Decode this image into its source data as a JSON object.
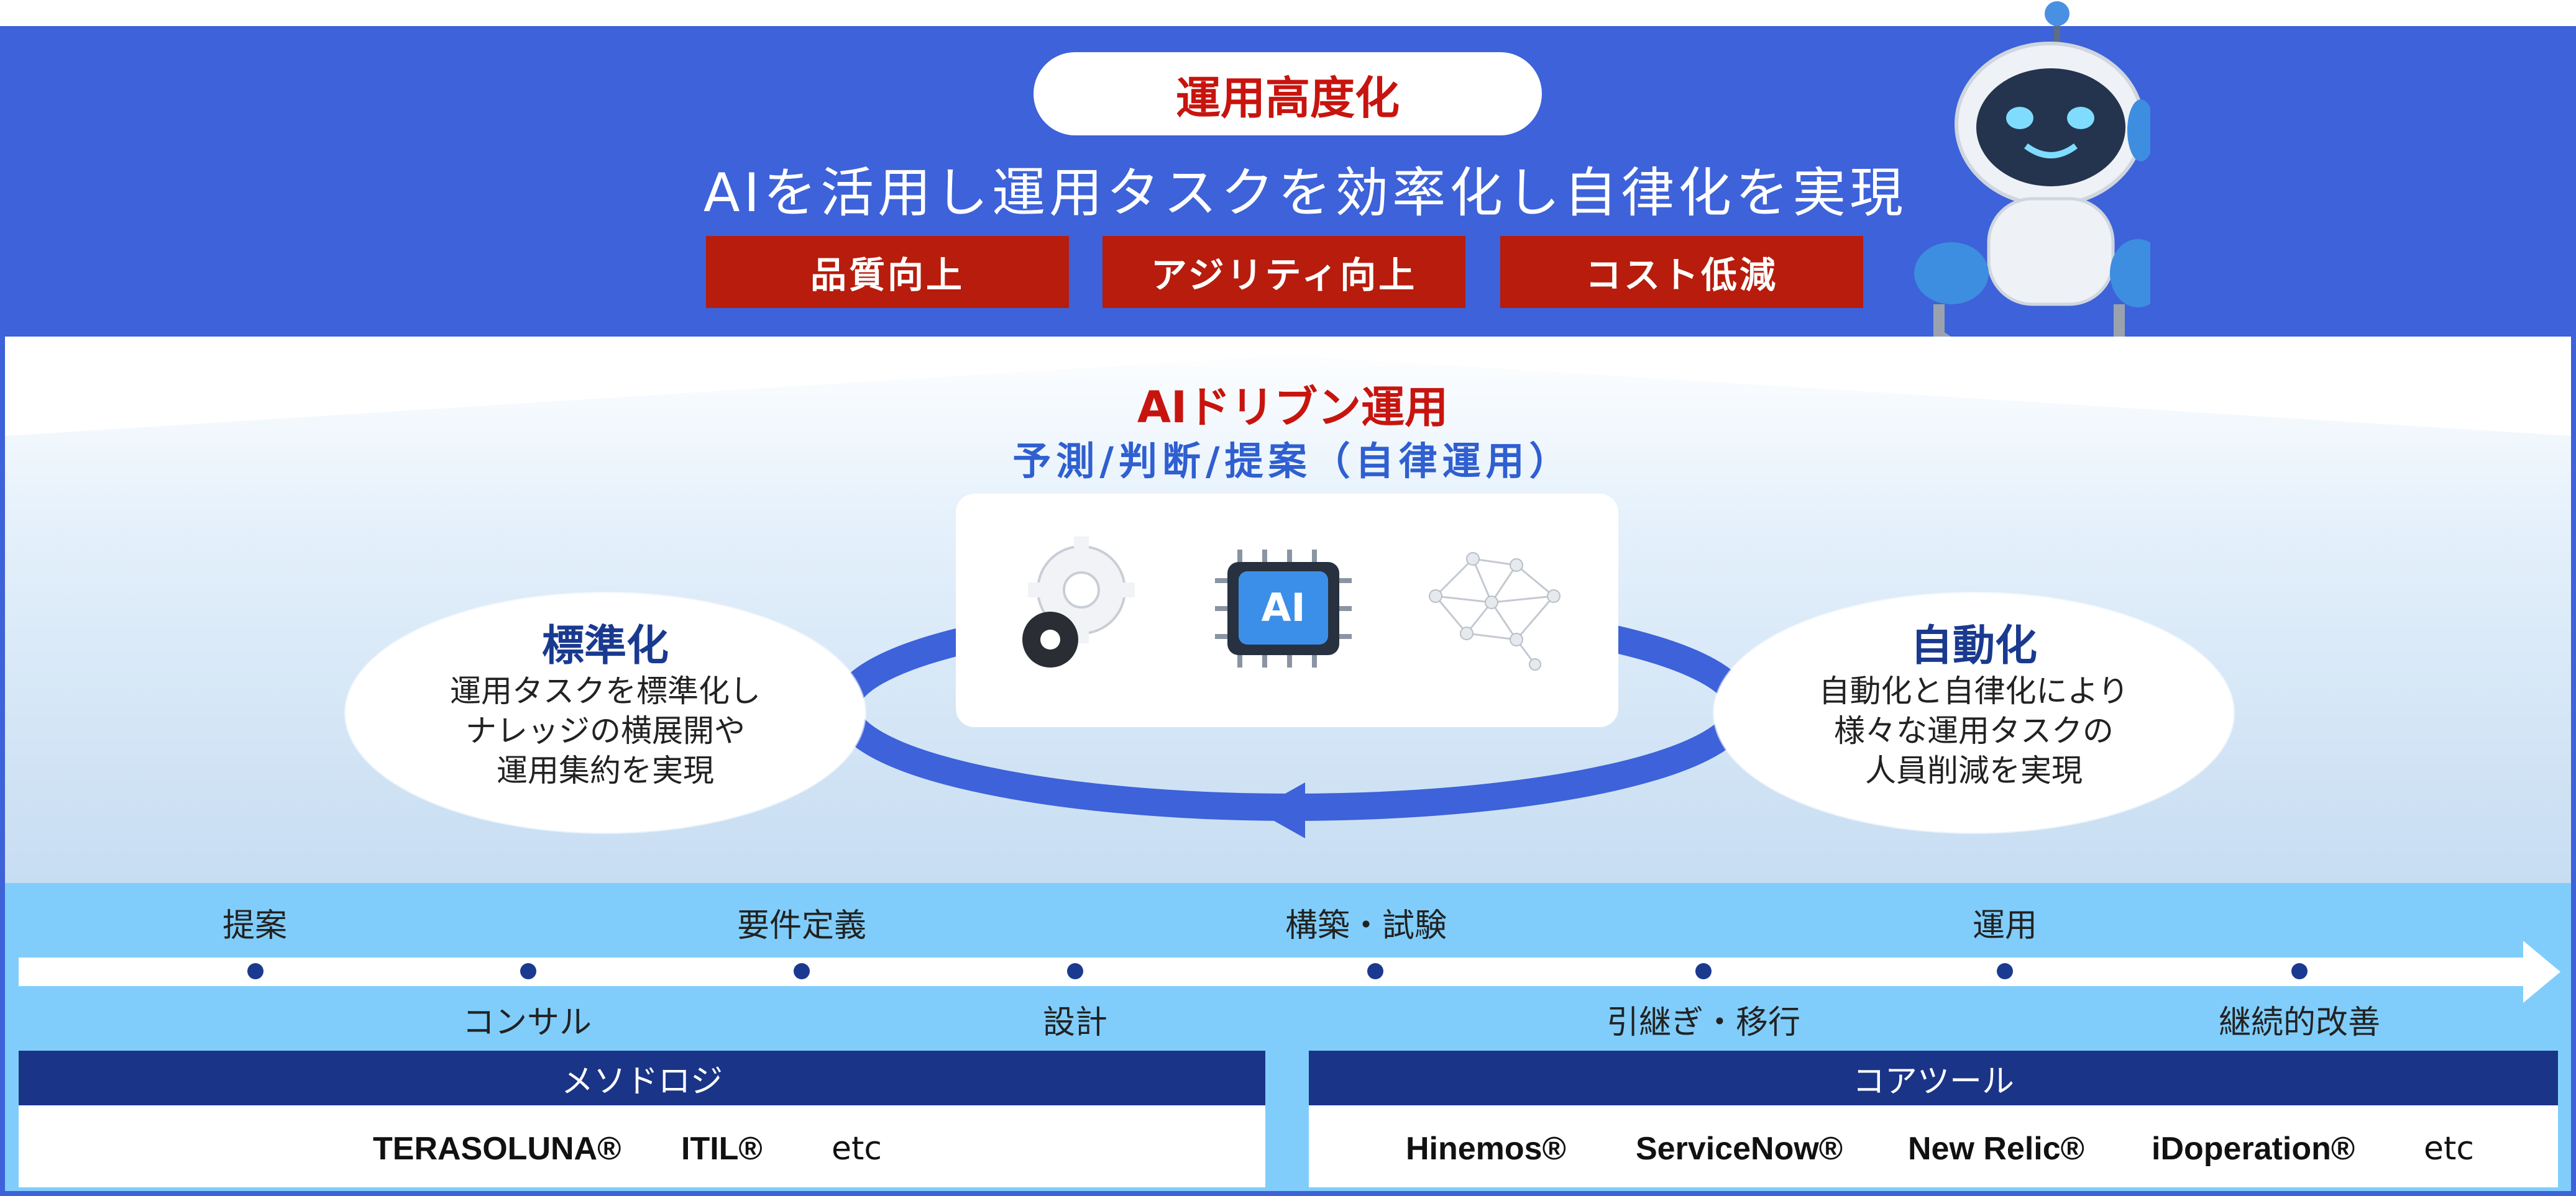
{
  "header": {
    "pill_label": "運用高度化",
    "headline": "AIを活用し運用タスクを効率化し自律化を実現",
    "goals": [
      "品質向上",
      "アジリティ向上",
      "コスト低減"
    ]
  },
  "center": {
    "title": "AIドリブン運用",
    "subtitle": "予測/判断/提案（自律運用）",
    "chip_label": "AI"
  },
  "left_ellipse": {
    "title": "標準化",
    "lines": [
      "運用タスクを標準化し",
      "ナレッジの横展開や",
      "運用集約を実現"
    ]
  },
  "right_ellipse": {
    "title": "自動化",
    "lines": [
      "自動化と自律化により",
      "様々な運用タスクの",
      "人員削減を実現"
    ]
  },
  "timeline": {
    "top_labels": [
      "提案",
      "要件定義",
      "構築・試験",
      "運用"
    ],
    "bottom_labels": [
      "コンサル",
      "設計",
      "引継ぎ・移行",
      "継続的改善"
    ]
  },
  "methodology": {
    "header": "メソドロジ",
    "items": [
      "TERASOLUNA®",
      "ITIL®"
    ],
    "etc": "etc"
  },
  "core_tools": {
    "header": "コアツール",
    "items": [
      "Hinemos®",
      "ServiceNow®",
      "New Relic®",
      "iDoperation®"
    ],
    "etc": "etc"
  },
  "colors": {
    "band_blue": "#3d62d9",
    "accent_red": "#c8140e",
    "goal_box_red": "#b71c0c",
    "navy": "#1a3487",
    "timeline_bg": "#80cdfb"
  },
  "icons": [
    "gears-icon",
    "ai-chip-icon",
    "neural-network-icon",
    "robot-illustration"
  ]
}
